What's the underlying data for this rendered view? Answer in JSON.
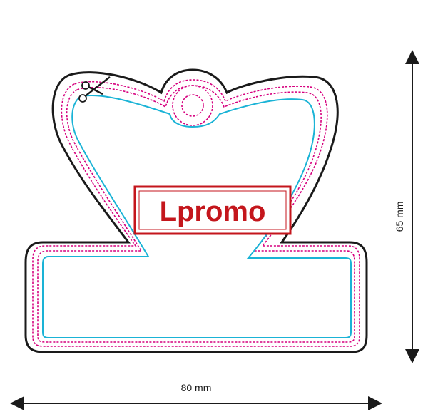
{
  "logo": {
    "text": "Lpromo",
    "color": "#c4161c"
  },
  "dimensions": {
    "width_label": "80 mm",
    "height_label": "65 mm"
  },
  "colors": {
    "outline": "#1a1a1a",
    "safe_line": "#d6007e",
    "cut_line": "#1ab3d6",
    "dimension": "#1a1a1a"
  },
  "icons": {
    "scissors": "scissors-icon"
  }
}
